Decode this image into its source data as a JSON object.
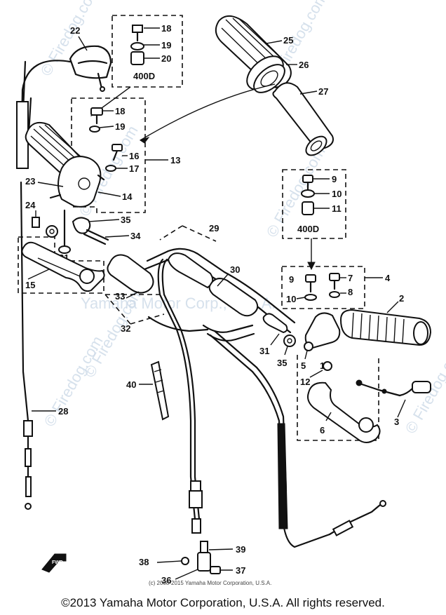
{
  "watermarks": {
    "firedog": "© Firedog.com",
    "center": "Yamaha Motor Corp., U.S.A."
  },
  "diagram": {
    "callouts": {
      "c1": "1",
      "c2": "2",
      "c3": "3",
      "c4": "4",
      "c5": "5",
      "c6": "6",
      "c7": "7",
      "c8": "8",
      "c9": "9",
      "c10": "10",
      "c11": "11",
      "c12": "12",
      "c13": "13",
      "c14": "14",
      "c15": "15",
      "c16": "16",
      "c17": "17",
      "c18": "18",
      "c19": "19",
      "c20": "20",
      "c21": "21",
      "c22": "22",
      "c23": "23",
      "c24": "24",
      "c25": "25",
      "c26": "26",
      "c27": "27",
      "c28": "28",
      "c29": "29",
      "c30": "30",
      "c31": "31",
      "c32": "32",
      "c33": "33",
      "c34": "34",
      "c35": "35",
      "c36": "36",
      "c37": "37",
      "c38": "38",
      "c39": "39",
      "c40": "40"
    },
    "variant_labels": {
      "top_box": "400D",
      "right_box": "400D"
    },
    "inner_copyright": "(c) 2008-2015 Yamaha Motor Corporation, U.S.A.",
    "direction_mark": "FWD"
  },
  "footer": {
    "copyright": "©2013 Yamaha Motor Corporation, U.S.A. All rights reserved."
  }
}
